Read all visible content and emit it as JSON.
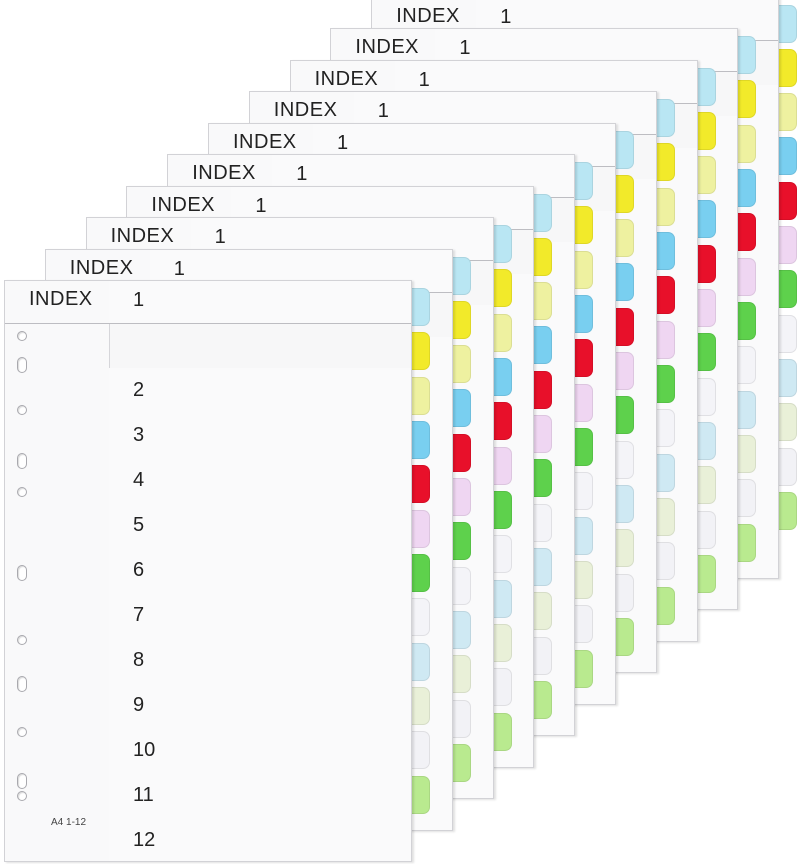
{
  "product": {
    "header_label": "INDEX",
    "size_label": "A4  1-12",
    "sheet_count": 10,
    "tab_numbers": [
      "1",
      "2",
      "3",
      "4",
      "5",
      "6",
      "7",
      "8",
      "9",
      "10",
      "11",
      "12"
    ],
    "tab_colors": [
      "#b9e6f3",
      "#f2ea2a",
      "#eef1a0",
      "#79cff0",
      "#e8102a",
      "#efd6f2",
      "#5ed14c",
      "#f4f4f8",
      "#cfe9f3",
      "#e9f0d8",
      "#f2f2f6",
      "#b9ea8f"
    ],
    "hole_icon": "punch-hole-icon"
  }
}
